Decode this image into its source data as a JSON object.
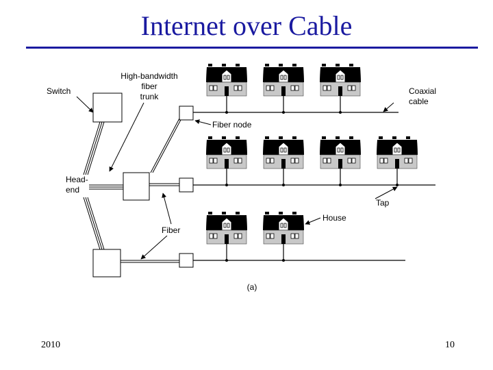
{
  "slide": {
    "title": "Internet over Cable",
    "footer_left": "2010",
    "page_number": "10"
  },
  "diagram": {
    "labels": {
      "switch": "Switch",
      "trunk_line1": "High-bandwidth",
      "trunk_line2": "fiber",
      "trunk_line3": "trunk",
      "coax_line1": "Coaxial",
      "coax_line2": "cable",
      "fiber_node": "Fiber node",
      "headend_line1": "Head-",
      "headend_line2": "end",
      "tap": "Tap",
      "house": "House",
      "fiber": "Fiber",
      "caption": "(a)"
    },
    "rows": [
      {
        "name": "row-1",
        "houses": 3
      },
      {
        "name": "row-2",
        "houses": 4
      },
      {
        "name": "row-3",
        "houses": 2
      }
    ],
    "colors": {
      "title": "#1a1aa0",
      "roof": "#000000",
      "wall": "#c8c8c8"
    }
  }
}
